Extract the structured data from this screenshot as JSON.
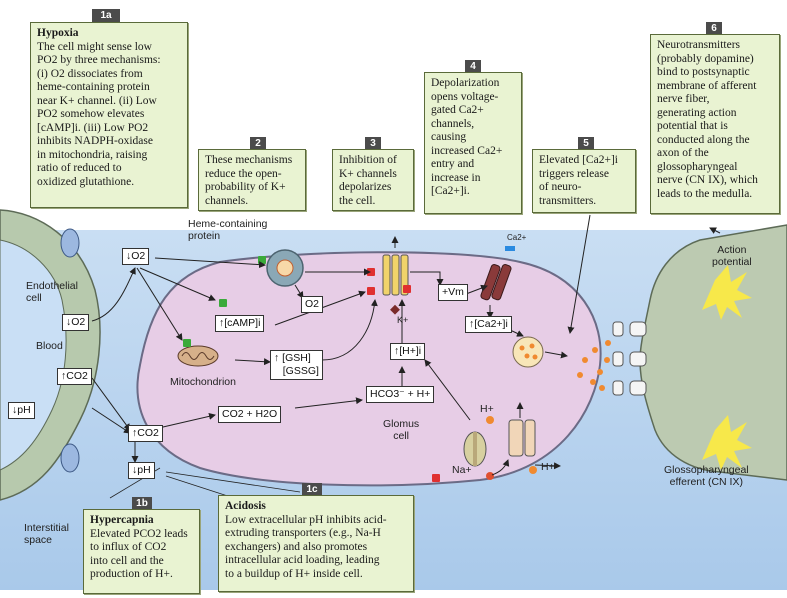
{
  "boxes": {
    "b1a": {
      "tag": "1a",
      "title": "Hypoxia",
      "text": "The cell might sense low\nPO2 by three mechanisms:\n(i) O2 dissociates from\nheme-containing protein\nnear K+ channel. (ii) Low\nPO2 somehow elevates\n[cAMP]i. (iii) Low PO2\ninhibits NADPH-oxidase\nin mitochondria, raising\nratio of reduced to\noxidized glutathione."
    },
    "b2": {
      "tag": "2",
      "text": "These mechanisms\nreduce the open-\nprobability of K+\nchannels."
    },
    "b3": {
      "tag": "3",
      "text": "Inhibition of\nK+ channels\ndepolarizes\nthe cell."
    },
    "b4": {
      "tag": "4",
      "text": "Depolarization\nopens voltage-\ngated Ca2+\nchannels,\ncausing\nincreased Ca2+\nentry and\nincrease in\n[Ca2+]i."
    },
    "b5": {
      "tag": "5",
      "text": "Elevated [Ca2+]i\ntriggers release\nof neuro-\ntransmitters."
    },
    "b6": {
      "tag": "6",
      "text": "Neurotransmitters\n(probably dopamine)\nbind to postsynaptic\nmembrane of afferent\nnerve fiber,\ngenerating action\npotential that is\nconducted along the\naxon of the\nglossopharyngeal\nnerve (CN IX), which\nleads to the medulla."
    },
    "b1b": {
      "tag": "1b",
      "title": "Hypercapnia",
      "text": "Elevated PCO2 leads\nto influx of CO2\ninto cell and the\nproduction of H+."
    },
    "b1c": {
      "tag": "1c",
      "title": "Acidosis",
      "text": "Low extracellular pH inhibits acid-\nextruding transporters (e.g., Na-H\nexchangers) and also promotes\nintracellular acid loading, leading\nto a buildup of H+ inside cell."
    }
  },
  "labels": {
    "endothelial": "Endothelial\ncell",
    "blood": "Blood",
    "interstitial": "Interstitial\nspace",
    "heme": "Heme-containing\nprotein",
    "mito": "Mitochondrion",
    "glomus": "Glomus\ncell",
    "action": "Action\npotential",
    "glosso": "Glossopharyngeal\nefferent (CN IX)",
    "kplus": "K+",
    "ca": "Ca2+",
    "hplus_top": "H+",
    "hplus_right": "H+",
    "na": "Na+"
  },
  "chips": {
    "o2_down_a": "↓O2",
    "o2_down_b": "↓O2",
    "o2_small": "O2",
    "camp": "↑[cAMP]i",
    "gsh": "↑ [GSH]\n   [GSSG]",
    "co2_up_blood": "↑CO2",
    "ph_down_blood": "↓pH",
    "co2_up_int": "↑CO2",
    "ph_down_int": "↓pH",
    "co2_h2o": "CO2 + H2O",
    "hco3": "HCO3⁻ + H+",
    "hi_up": "↑[H+]i",
    "vm": "+Vm",
    "ca_up": "↑[Ca2+]i"
  },
  "colors": {
    "blood": "#b9d4ee",
    "cell": "#e7cde6",
    "cell_border": "#6b6b86",
    "nerve": "#bccab1",
    "box": "#e9f3d2",
    "tag": "#4b4b4b"
  }
}
